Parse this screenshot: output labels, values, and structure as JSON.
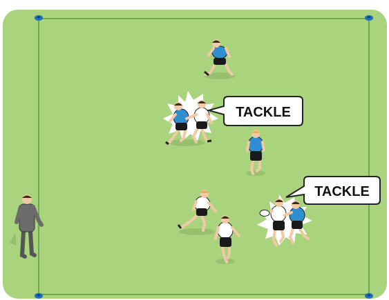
{
  "diagram": {
    "colors": {
      "pitch": "#a9d37c",
      "line": "#6aa84f",
      "blue_team": "#2f8fd0",
      "white_team": "#ffffff",
      "shorts": "#1a1a1a",
      "coach": "#6b6b6b",
      "cone": "#1f6fc0",
      "burst": "#ffffff"
    },
    "callouts": [
      {
        "text": "TACKLE"
      },
      {
        "text": "TACKLE"
      }
    ],
    "players": [
      {
        "role": "blue-player",
        "team": "blue"
      },
      {
        "role": "blue-player-tackled",
        "team": "blue"
      },
      {
        "role": "white-player-tackling",
        "team": "white"
      },
      {
        "role": "blue-player",
        "team": "blue"
      },
      {
        "role": "white-player",
        "team": "white"
      },
      {
        "role": "white-player",
        "team": "white"
      },
      {
        "role": "white-player-ball-carrier",
        "team": "white"
      },
      {
        "role": "blue-player-tackling",
        "team": "blue"
      }
    ],
    "coach": {
      "role": "coach"
    },
    "cones": 4
  }
}
